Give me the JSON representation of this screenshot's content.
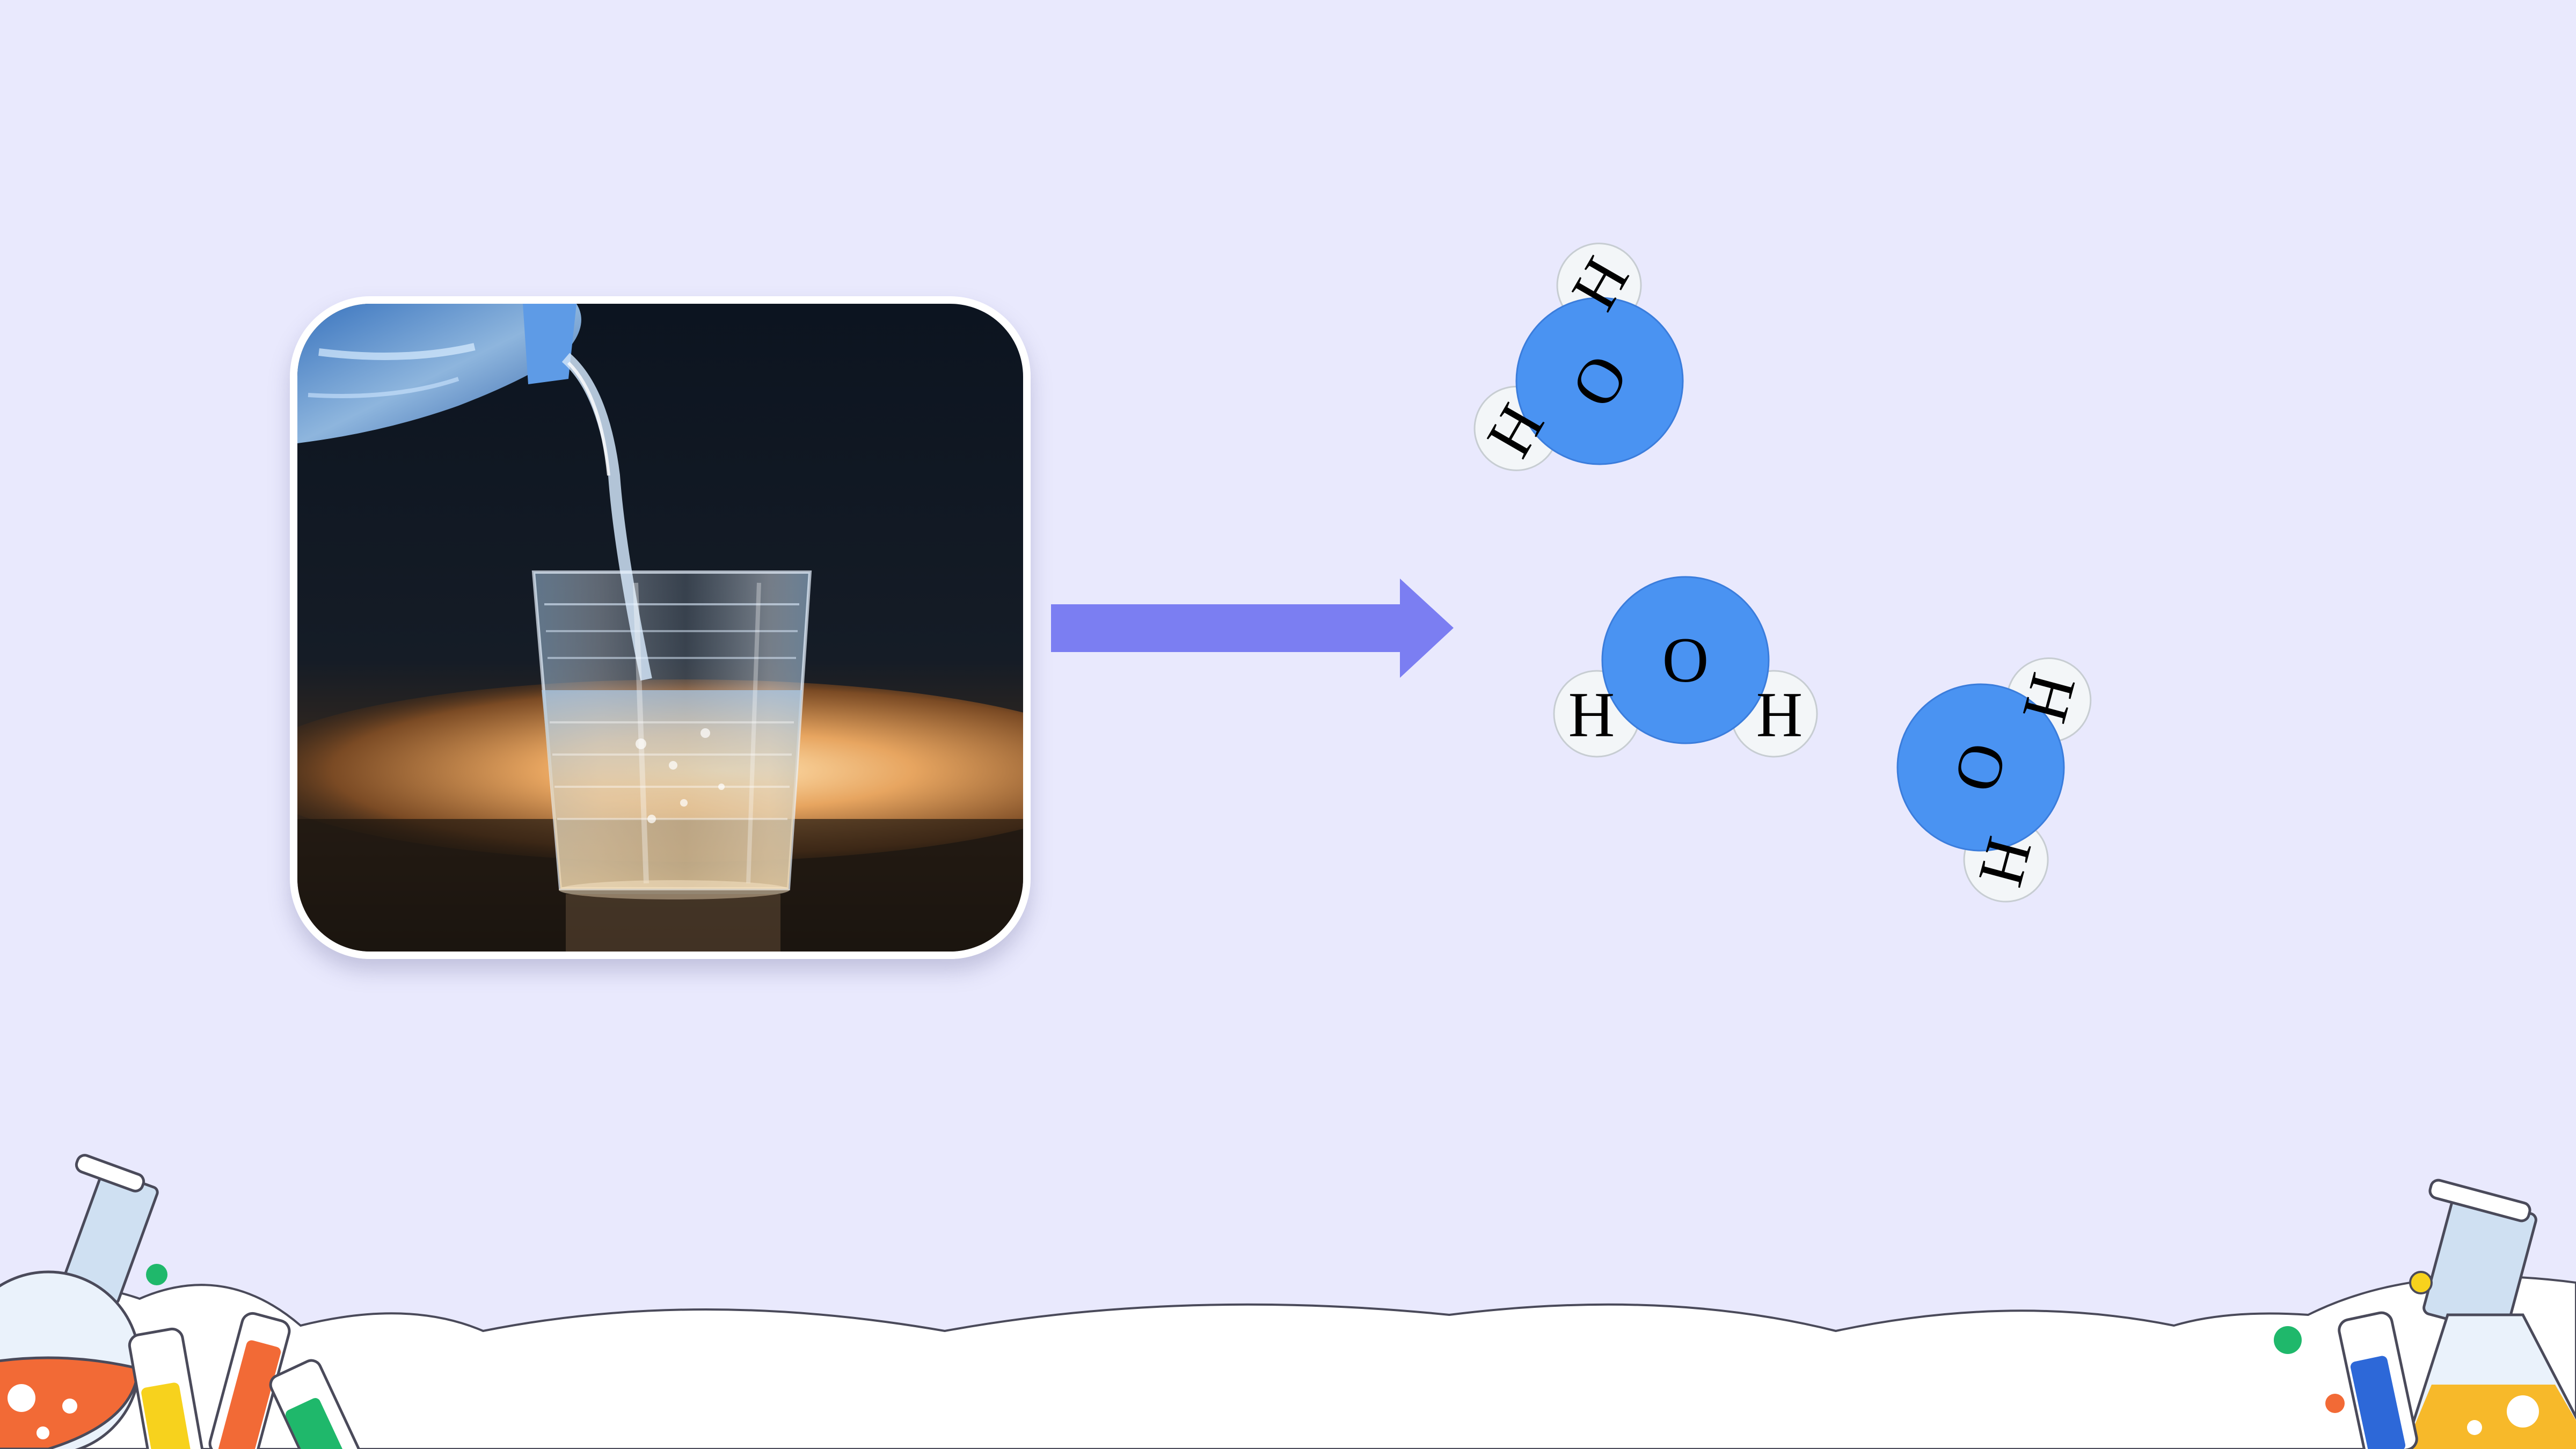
{
  "molecules": [
    {
      "oxygen": "O",
      "hydrogen_1": "H",
      "hydrogen_2": "H"
    },
    {
      "oxygen": "O",
      "hydrogen_1": "H",
      "hydrogen_2": "H"
    },
    {
      "oxygen": "O",
      "hydrogen_1": "H",
      "hydrogen_2": "H"
    }
  ],
  "colors": {
    "background": "#e9e9fd",
    "arrow": "#7b7ef2",
    "oxygen": "#4a93f2",
    "hydrogen": "#f3f6f8"
  },
  "icons": {
    "photo": "water-pouring-photo",
    "arrow": "right-arrow-icon",
    "decoration": "lab-glassware-decoration"
  }
}
